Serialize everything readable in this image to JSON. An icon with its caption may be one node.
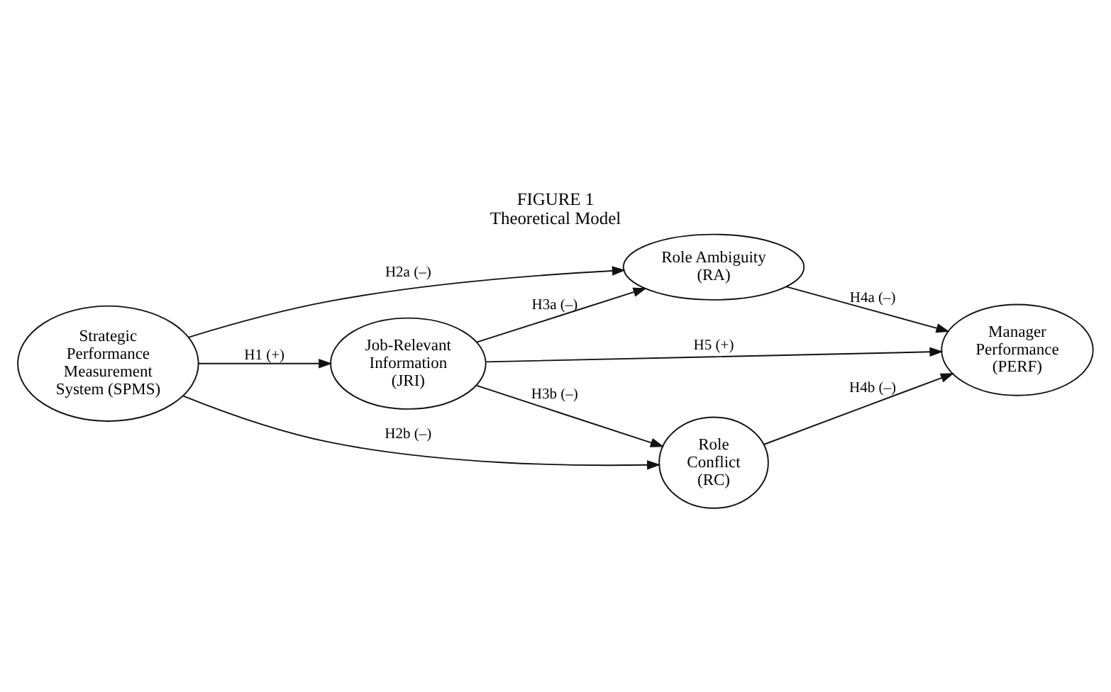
{
  "diagram": {
    "title": "FIGURE 1 Theoretical Model",
    "nodes": [
      {
        "text": [
          "Strategic Performance Measurement System (SPMS)"
        ]
      },
      {
        "text": [
          "Job-Relevant Information (JRI)"
        ]
      },
      {
        "text": [
          "Role Ambiguity (RA)"
        ]
      },
      {
        "text": [
          "Role Conflict (RC)"
        ]
      },
      {
        "text": [
          "Manager Performance (PERF)"
        ]
      }
    ],
    "edges": [
      {
        "from": 0,
        "to": 2,
        "arrow": "to",
        "label": "H2a (–)"
      },
      {
        "from": 0,
        "to": 1,
        "arrow": "to",
        "label": "H1 (+)"
      },
      {
        "from": 0,
        "to": 3,
        "arrow": "to",
        "label": "H2b (–)"
      },
      {
        "from": 1,
        "to": 2,
        "arrow": "to",
        "label": "H3a (–)"
      },
      {
        "from": 1,
        "to": 4,
        "arrow": "to",
        "label": "H5 (+)"
      },
      {
        "from": 1,
        "to": 3,
        "arrow": "to",
        "label": "H3b (–)"
      },
      {
        "from": 2,
        "to": 4,
        "arrow": "to",
        "label": "H4a (–)"
      },
      {
        "from": 3,
        "to": 4,
        "arrow": "to",
        "label": "H4b (–)"
      }
    ]
  }
}
